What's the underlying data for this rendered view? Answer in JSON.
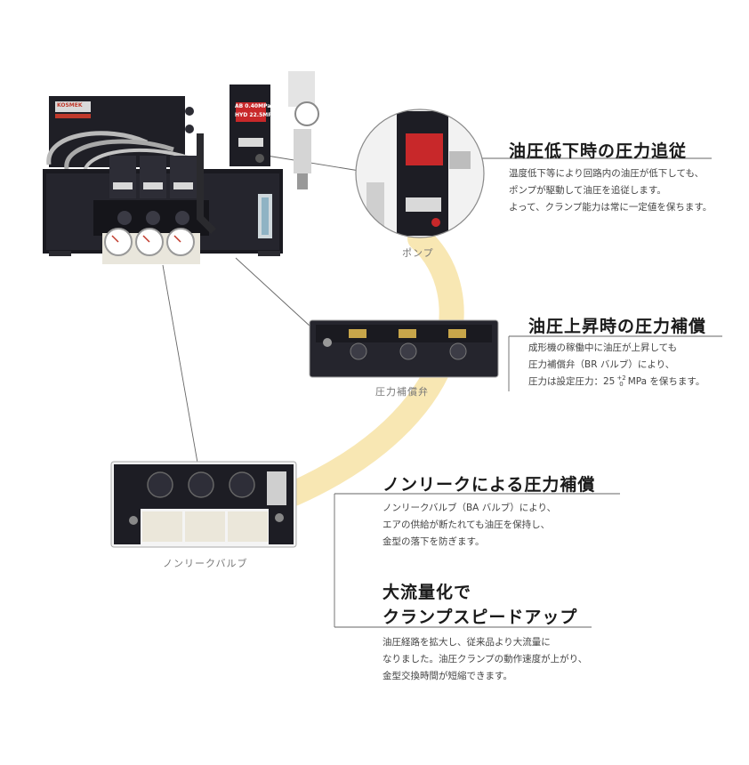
{
  "colors": {
    "arc": "#f7e3a6",
    "line": "#666666",
    "machine_dark": "#1c1c22",
    "machine_panel": "#2a2a33",
    "pump_red": "#c8282a",
    "gauge_face": "#ffffff"
  },
  "icons": [
    "pump-photo",
    "pressure-compensation-valve-photo",
    "non-leak-valve-photo",
    "hydraulic-unit-photo"
  ],
  "sections": {
    "pump": {
      "title": "油圧低下時の圧力追従",
      "lines": [
        "温度低下等により回路内の油圧が低下しても、",
        "ポンプが駆動して油圧を追従します。",
        "よって、クランプ能力は常に一定値を保ちます。"
      ],
      "caption": "ポンプ"
    },
    "compensation": {
      "title": "油圧上昇時の圧力補償",
      "lines": [
        "成形機の稼働中に油圧が上昇しても",
        "圧力補償弁（BR バルブ）により、"
      ],
      "line3_prefix": "圧力は設定圧力：25",
      "line3_tol_upper": "+2",
      "line3_tol_lower": "0",
      "line3_suffix": "MPa を保ちます。",
      "caption": "圧力補償弁"
    },
    "nonleak": {
      "title": "ノンリークによる圧力補償",
      "lines": [
        "ノンリークバルブ（BA バルブ）により、",
        "エアの供給が断たれても油圧を保持し、",
        "金型の落下を防ぎます。"
      ],
      "caption": "ノンリークバルブ"
    },
    "flow": {
      "title_line1": "大流量化で",
      "title_line2": "クランプスピードアップ",
      "lines": [
        "油圧経路を拡大し、従来品より大流量に",
        "なりました。油圧クランプの動作速度が上がり、",
        "金型交換時間が短縮できます。"
      ]
    },
    "machine": {
      "pump_label_top": "AB 0.40MPa",
      "pump_label_bottom": "HYD 22.5MPa",
      "brand": "KOSMEK"
    }
  }
}
